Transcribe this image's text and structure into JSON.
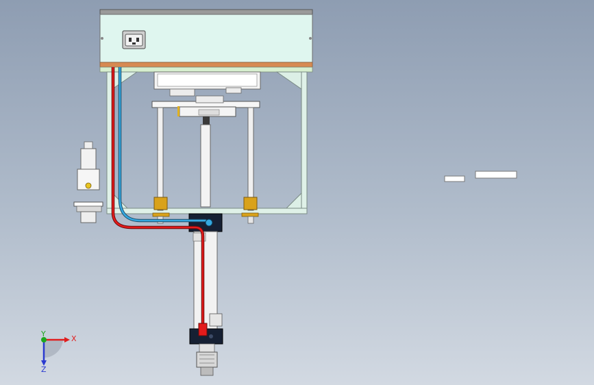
{
  "view": {
    "background_top": "#8e9db2",
    "background_bottom": "#d2d9e2"
  },
  "model": {
    "part": "pneumatic-press-assembly",
    "pneumatic_lines": {
      "supply_color": "#e31b1b",
      "return_color": "#35a8e0"
    },
    "accent_colors": {
      "cover_panel": "#dff6ef",
      "cover_trim": "#d78a52",
      "base_plate": "#d7efcf",
      "brass_nut": "#d9a21b"
    }
  },
  "orientation_triad": {
    "x_label": "X",
    "y_label": "Y",
    "z_label": "Z",
    "x_color": "#e01e1e",
    "y_color": "#1ea81e",
    "z_color": "#2a3ad0"
  }
}
